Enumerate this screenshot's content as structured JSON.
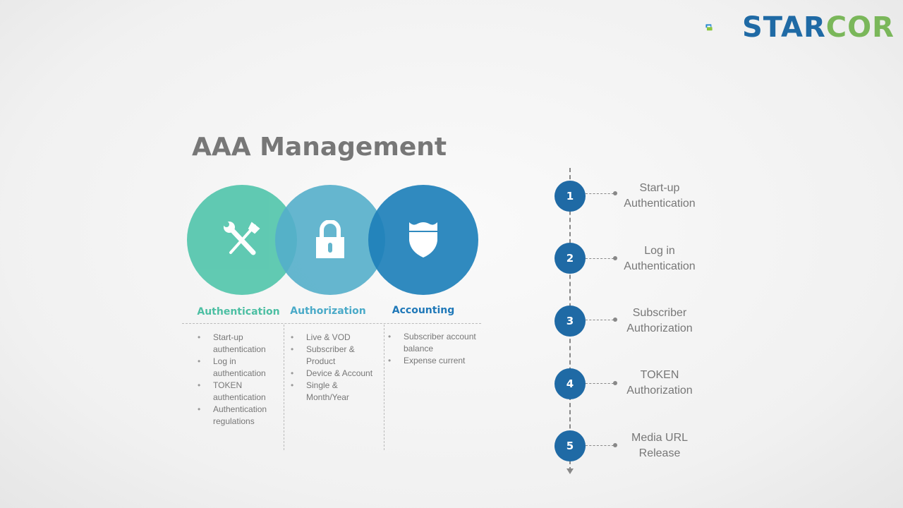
{
  "logo": {
    "text_blue": "STAR",
    "text_green": "COR"
  },
  "title": "AAA Management",
  "categories": [
    {
      "name": "Authentication",
      "icon": "tools-icon",
      "color": "#5cc8b0",
      "label_color": "#4dbfa3",
      "items": [
        "Start-up authentication",
        "Log in authentication",
        "TOKEN authentication",
        "Authentication regulations"
      ]
    },
    {
      "name": "Authorization",
      "icon": "lock-icon",
      "color": "#62b4cc",
      "label_color": "#4aaac8",
      "items": [
        "Live & VOD",
        "Subscriber & Product",
        "Device & Account",
        "Single & Month/Year"
      ]
    },
    {
      "name": "Accounting",
      "icon": "shield-icon",
      "color": "#2e8fc0",
      "label_color": "#1f78b8",
      "items": [
        "Subscriber account balance",
        "Expense current"
      ]
    }
  ],
  "steps": [
    {
      "number": "1",
      "line1": "Start-up",
      "line2": "Authentication"
    },
    {
      "number": "2",
      "line1": "Log in",
      "line2": "Authentication"
    },
    {
      "number": "3",
      "line1": "Subscriber",
      "line2": "Authorization"
    },
    {
      "number": "4",
      "line1": "TOKEN",
      "line2": "Authorization"
    },
    {
      "number": "5",
      "line1": "Media URL",
      "line2": "Release"
    }
  ]
}
